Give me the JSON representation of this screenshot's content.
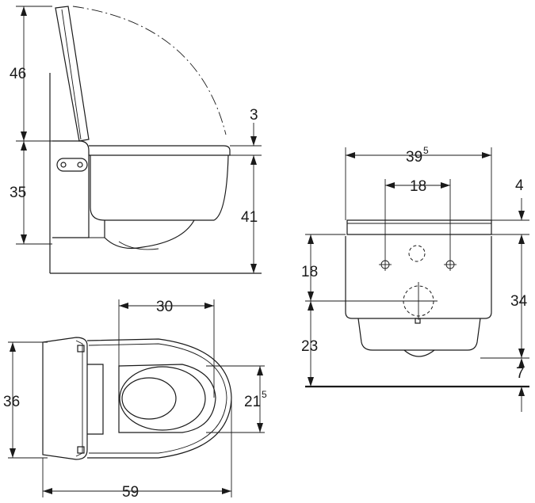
{
  "side_view": {
    "dim_lid": "46",
    "dim_bowl_side": "35",
    "dim_gap": "3",
    "dim_height": "41"
  },
  "top_view": {
    "dim_seat": "30",
    "dim_length": "59",
    "dim_depth": "36",
    "dim_bowl_main": "21",
    "dim_bowl_sup": "5"
  },
  "front_view": {
    "dim_width_main": "39",
    "dim_width_sup": "5",
    "dim_holes": "18",
    "dim_top": "4",
    "dim_inlet": "18",
    "dim_front_height": "34",
    "dim_outlet": "23",
    "dim_floor": "7"
  }
}
